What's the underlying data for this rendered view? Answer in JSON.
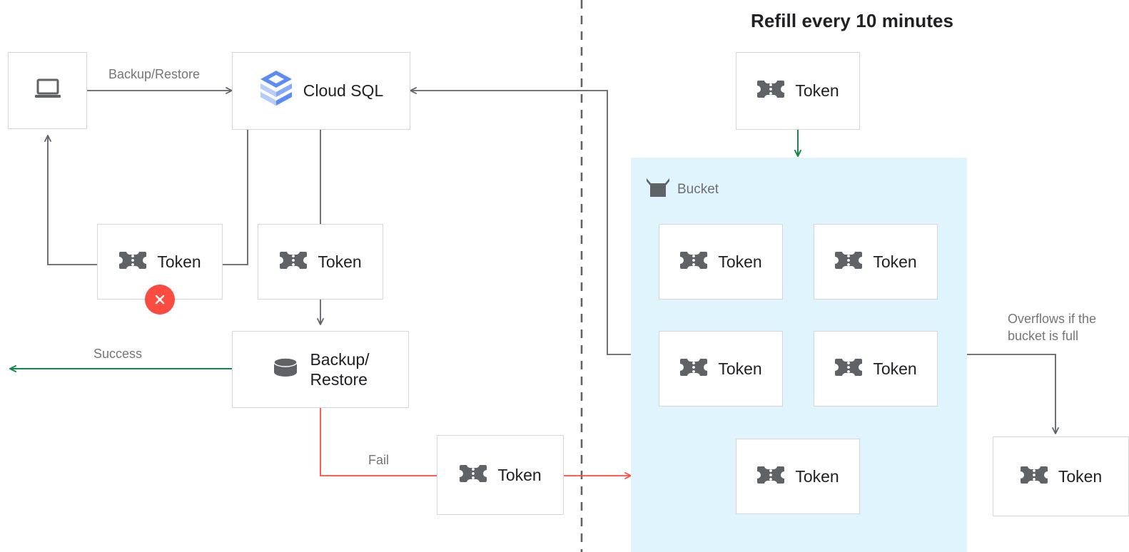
{
  "title": "Refill every 10 minutes",
  "colors": {
    "box_border": "#d6d6d6",
    "bucket_fill": "#e0f4fd",
    "line": "#5f6368",
    "success_green": "#12894c",
    "fail_red": "#fc4c42",
    "token_gray": "#5f6368",
    "text_dark": "#202124",
    "text_muted": "#757575",
    "cloudsql_blue": "#4285f4"
  },
  "nodes": {
    "client": {
      "icon": "laptop-icon",
      "label": ""
    },
    "cloud_sql": {
      "icon": "cloud-sql-icon",
      "label": "Cloud SQL"
    },
    "token_failed": {
      "icon": "token-icon",
      "label": "Token",
      "badge": "error-x-icon"
    },
    "token_consumed": {
      "icon": "token-icon",
      "label": "Token"
    },
    "backup_restore": {
      "icon": "database-icon",
      "label": "Backup/\nRestore"
    },
    "token_fail_out": {
      "icon": "token-icon",
      "label": "Token"
    },
    "token_refill": {
      "icon": "token-icon",
      "label": "Token"
    },
    "token_overflow": {
      "icon": "token-icon",
      "label": "Token"
    }
  },
  "bucket": {
    "header_icon": "bucket-icon",
    "header_label": "Bucket",
    "tokens": [
      {
        "label": "Token",
        "icon": "token-icon"
      },
      {
        "label": "Token",
        "icon": "token-icon"
      },
      {
        "label": "Token",
        "icon": "token-icon"
      },
      {
        "label": "Token",
        "icon": "token-icon"
      },
      {
        "label": "Token",
        "icon": "token-icon"
      }
    ]
  },
  "edge_labels": {
    "backup_restore": "Backup/Restore",
    "success": "Success",
    "fail": "Fail",
    "overflow": "Overflows if the\nbucket is full"
  }
}
